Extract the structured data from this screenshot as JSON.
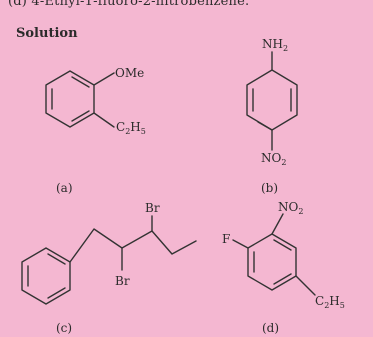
{
  "header": {
    "question_tail": "(d) 4-Ethyl-1-fluoro-2-nitrobenzene.",
    "solution_label": "Solution"
  },
  "structures": {
    "a": {
      "label": "(a)",
      "sub1": "OMe",
      "sub2_base": "C",
      "sub2_sub1": "2",
      "sub2_mid": "H",
      "sub2_sub2": "5"
    },
    "b": {
      "label": "(b)",
      "top_base": "NH",
      "top_sub": "2",
      "bottom_base": "NO",
      "bottom_sub": "2"
    },
    "c": {
      "label": "(c)",
      "br_top": "Br",
      "br_bottom": "Br"
    },
    "d": {
      "label": "(d)",
      "fluoro": "F",
      "nitro_base": "NO",
      "nitro_sub": "2",
      "ethyl_base": "C",
      "ethyl_sub1": "2",
      "ethyl_mid": "H",
      "ethyl_sub2": "5"
    }
  }
}
